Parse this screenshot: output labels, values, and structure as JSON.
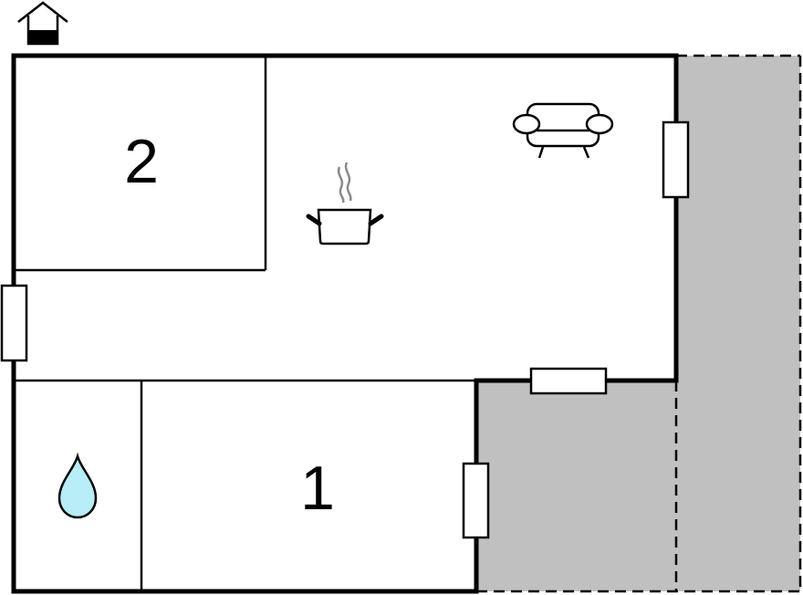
{
  "floorplan": {
    "rooms": [
      {
        "id": "bedroom-2",
        "label": "2"
      },
      {
        "id": "bedroom-1",
        "label": "1"
      },
      {
        "id": "living-kitchen",
        "label": ""
      },
      {
        "id": "bathroom",
        "label": ""
      }
    ],
    "icons": {
      "house": "house-icon",
      "kitchen": "cooking-pot-icon",
      "living": "sofa-icon",
      "bath": "water-drop-icon"
    },
    "colors": {
      "wall": "#000000",
      "terrace": "#c0c0c0",
      "water": "#b8ecf6",
      "steam": "#8a8a8a",
      "background": "#ffffff"
    }
  }
}
